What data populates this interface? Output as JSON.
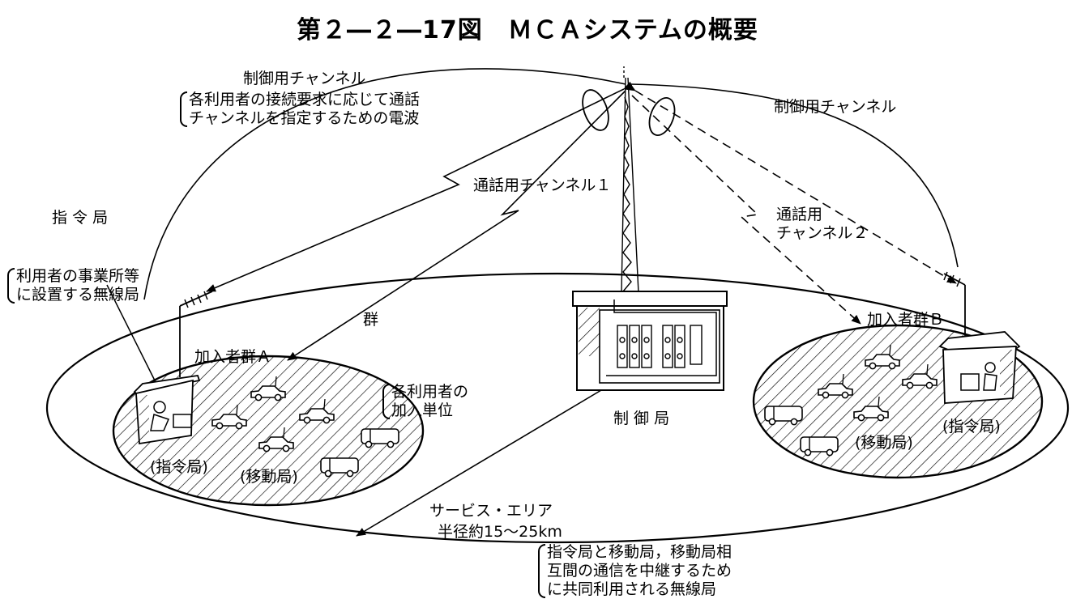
{
  "title": "第２―２―17図　ＭＣＡシステムの概要",
  "labels": {
    "control_channel_left": "制御用チャンネル",
    "control_channel_left_note": "各利用者の接続要求に応じて通話\nチャンネルを指定するための電波",
    "control_channel_right": "制御用チャンネル",
    "talk_channel_1": "通話用チャンネル１",
    "talk_channel_2": "通話用\nチャンネル２",
    "dispatch_station_heading": "指 令 局",
    "dispatch_station_note": "利用者の事業所等\nに設置する無線局",
    "group": "群",
    "group_note": "各利用者の\n加入単位",
    "subscriber_group_a": "加入者群Ａ",
    "subscriber_group_b": "加入者群Ｂ",
    "control_station_heading": "制 御 局",
    "control_station_note": "指令局と移動局，移動局相\n互間の通信を中継するため\nに共同利用される無線局",
    "dispatch_station_a": "(指令局)",
    "mobile_station_a": "(移動局)",
    "dispatch_station_b": "(指令局)",
    "mobile_station_b": "(移動局)",
    "service_area": "サービス・エリア",
    "service_radius": "半径約15～25km"
  }
}
